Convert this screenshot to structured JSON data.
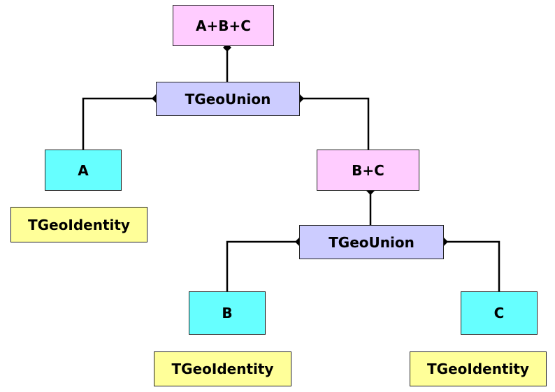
{
  "nodes": {
    "abc": "A+B+C",
    "union_top": "TGeoUnion",
    "a": "A",
    "identity_a": "TGeoIdentity",
    "bc": "B+C",
    "union_bottom": "TGeoUnion",
    "b": "B",
    "identity_b": "TGeoIdentity",
    "c": "C",
    "identity_c": "TGeoIdentity"
  },
  "colors": {
    "composite": "#ffccff",
    "operation": "#ccccff",
    "shape": "#66ffff",
    "matrix": "#ffff99"
  }
}
